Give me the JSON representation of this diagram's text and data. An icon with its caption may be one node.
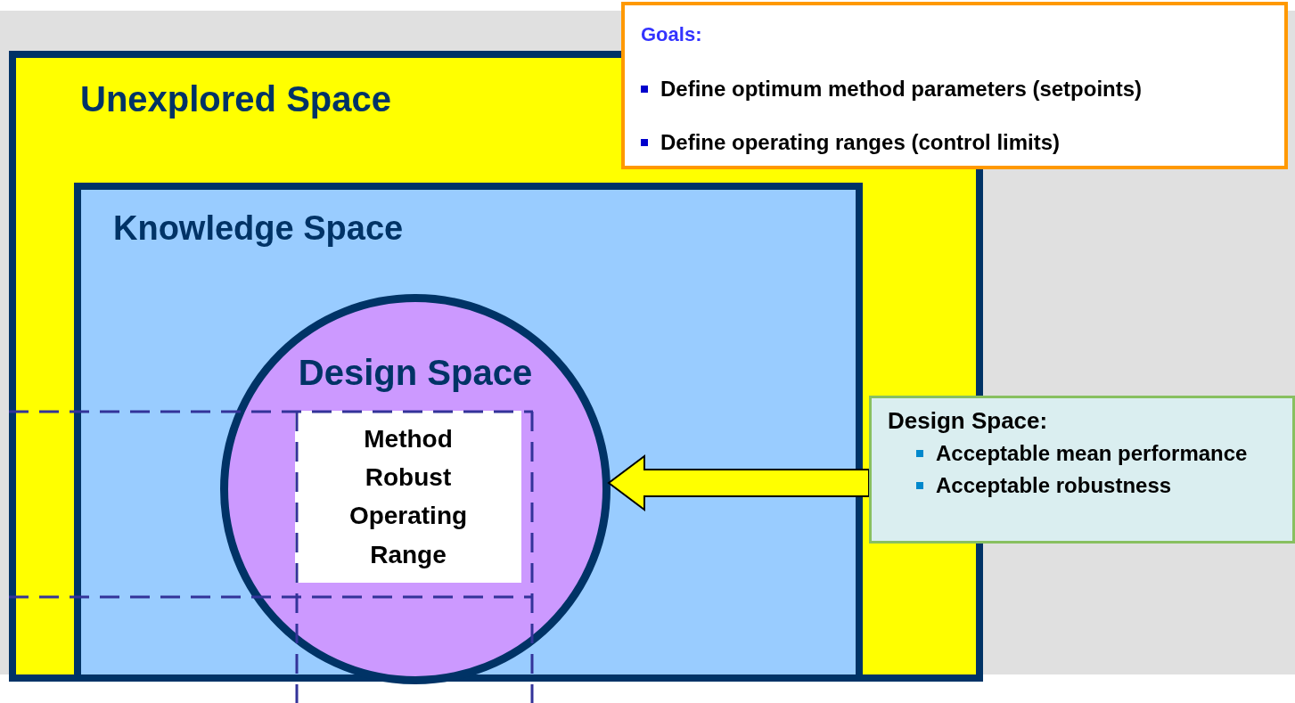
{
  "diagram": {
    "nodes": [
      {
        "text": [
          "Unexplored Space"
        ]
      },
      {
        "text": [
          "Knowledge Space"
        ],
        "in": 0
      },
      {
        "text": [
          "Design Space"
        ],
        "in": 1
      },
      {
        "text": [
          "Method Robust Operating Range"
        ],
        "in": 2
      },
      {
        "text": [
          "Goals:",
          "Define optimum method parameters (setpoints)",
          "Define operating ranges (control limits)"
        ]
      },
      {
        "text": [
          "Design Space:",
          "Acceptable mean performance",
          "Acceptable robustness"
        ]
      }
    ],
    "edges": [
      {
        "from": 5,
        "to": 2,
        "arrow": "to",
        "style": "thick"
      }
    ]
  }
}
